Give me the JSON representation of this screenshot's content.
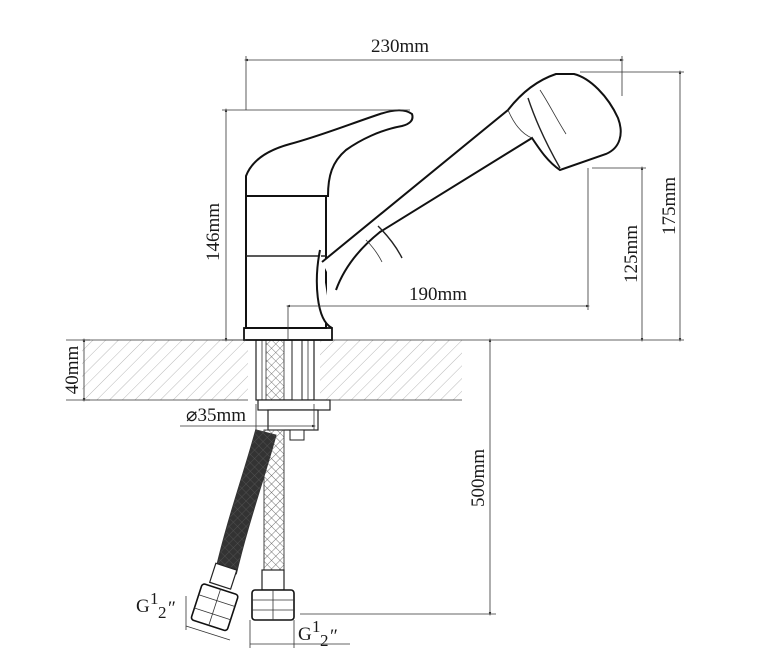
{
  "dimensions": {
    "width_total": "230mm",
    "height_total": "175mm",
    "body_height": "146mm",
    "spout_height": "125mm",
    "spout_reach": "190mm",
    "counter_thickness": "40mm",
    "mount_diameter": "⌀35mm",
    "hose_length": "500mm"
  },
  "fittings": {
    "left": {
      "prefix": "G",
      "sup": "1",
      "sub": "2",
      "suffix": "″"
    },
    "right": {
      "prefix": "G",
      "sup": "1",
      "sub": "2",
      "suffix": "″"
    }
  }
}
